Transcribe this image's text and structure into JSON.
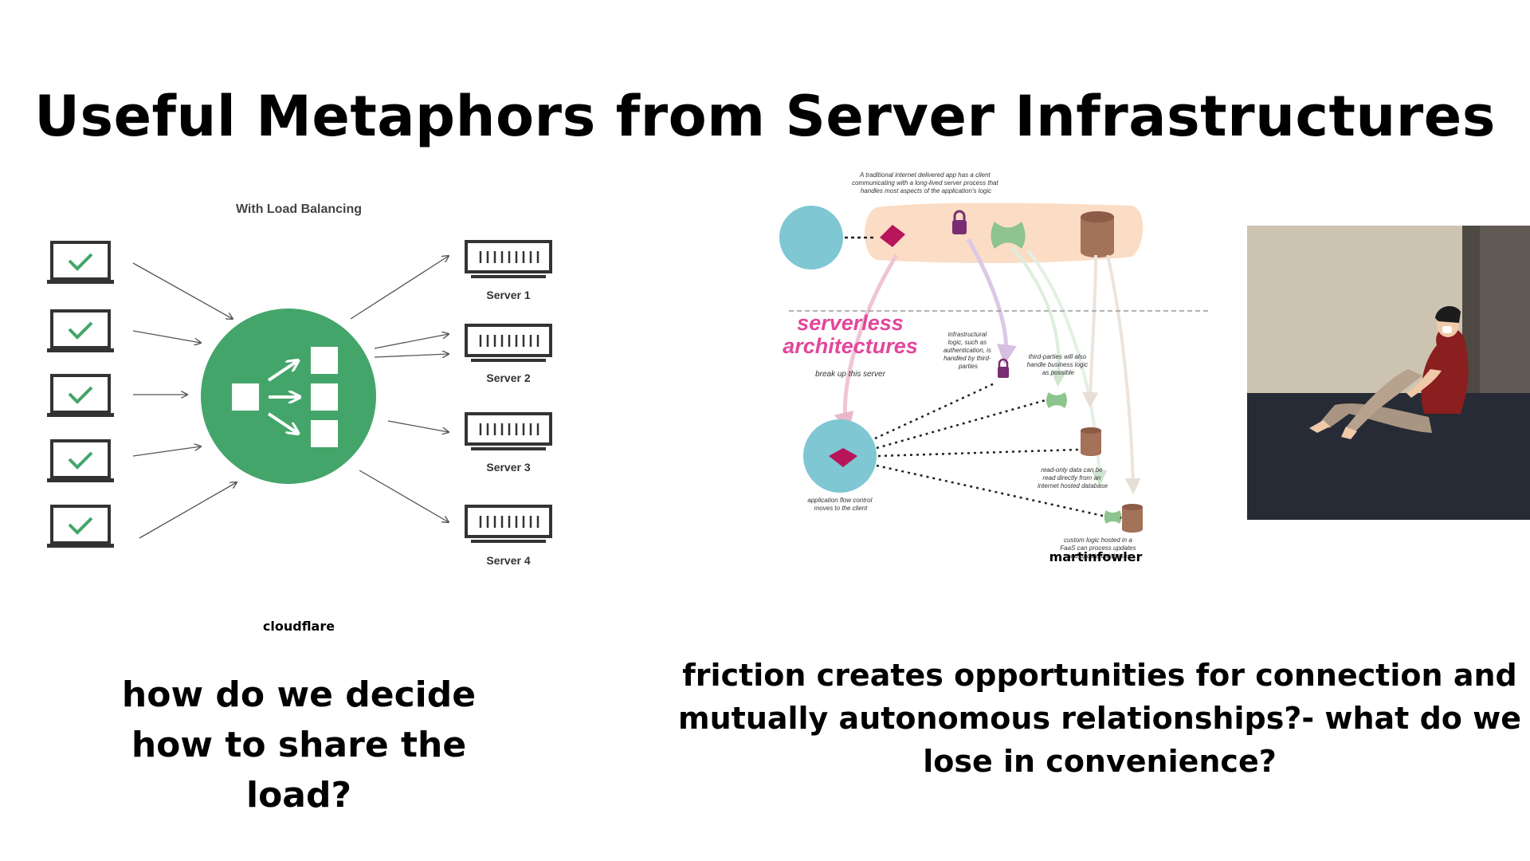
{
  "slide": {
    "title": "Useful Metaphors from Server Infrastructures"
  },
  "load_balancing": {
    "heading": "With Load Balancing",
    "servers": [
      "Server 1",
      "Server 2",
      "Server 3",
      "Server 4"
    ],
    "credit": "cloudflare",
    "accent_color": "#44a56a"
  },
  "serverless": {
    "top_note": [
      "A traditional internet delivered app has a client",
      "communicating with a long-lived server process that",
      "handles most aspects of the application's logic"
    ],
    "heading_line1": "serverless",
    "heading_line2": "architectures",
    "subheading": "break up this server",
    "auth_note": [
      "infrastructural",
      "logic, such as",
      "authentication, is",
      "handled by third-",
      "parties"
    ],
    "third_party_note": [
      "third-parties will also",
      "handle business logic",
      "as possible"
    ],
    "readonly_note": [
      "read-only data can be",
      "read directly from an",
      "internet hosted database"
    ],
    "client_note": [
      "application flow control",
      "moves to the client"
    ],
    "faas_note": [
      "custom logic hosted in a",
      "FaaS can process updates",
      "and update databases"
    ],
    "credit": "martinfowler",
    "heading_color": "#e2479b"
  },
  "captions": {
    "left": "how do we decide how to share the load?",
    "right": "friction creates opportunities for connection and mutually autonomous relationships?- what do we lose in convenience?"
  }
}
